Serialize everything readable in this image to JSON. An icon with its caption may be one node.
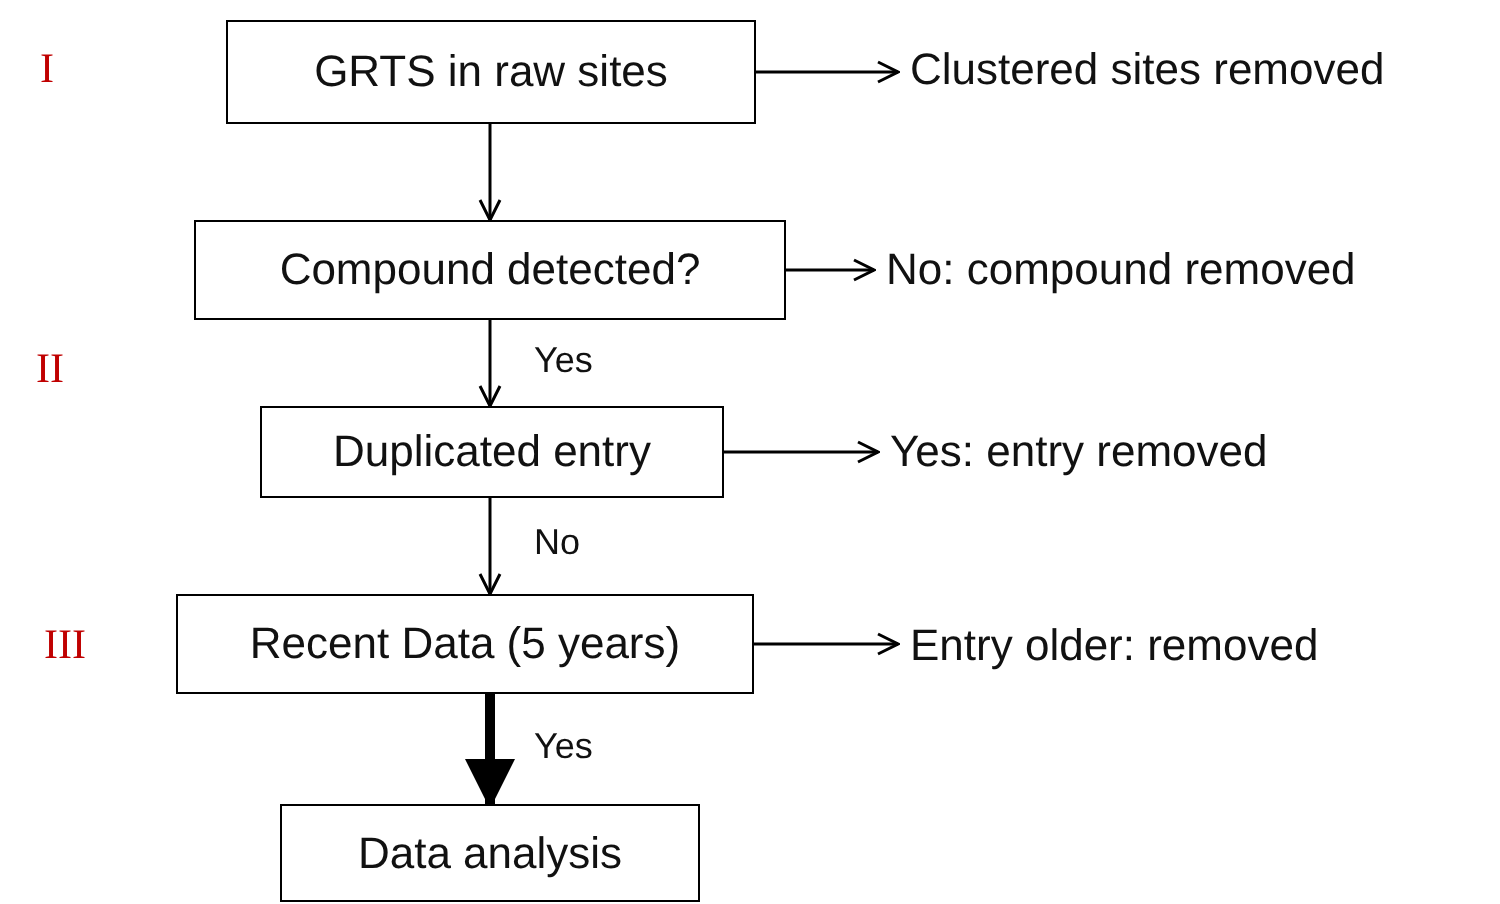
{
  "diagram": {
    "nodes": [
      {
        "text": [
          "GRTS in raw sites"
        ]
      },
      {
        "text": [
          "Compound detected?"
        ]
      },
      {
        "text": [
          "Duplicated entry"
        ]
      },
      {
        "text": [
          "Recent Data (5 years)"
        ]
      },
      {
        "text": [
          "Data analysis"
        ]
      },
      {
        "text": [
          "Clustered sites removed"
        ]
      },
      {
        "text": [
          "No: compound removed"
        ]
      },
      {
        "text": [
          "Yes: entry removed"
        ]
      },
      {
        "text": [
          "Entry older: removed"
        ]
      }
    ],
    "edges": [
      {
        "from": 0,
        "to": 1,
        "arrow": "to"
      },
      {
        "from": 1,
        "to": 2,
        "arrow": "to",
        "label": "Yes"
      },
      {
        "from": 2,
        "to": 3,
        "arrow": "to",
        "label": "No"
      },
      {
        "from": 3,
        "to": 4,
        "arrow": "to",
        "label": "Yes",
        "style": "thick"
      },
      {
        "from": 0,
        "to": 5,
        "arrow": "to"
      },
      {
        "from": 1,
        "to": 6,
        "arrow": "to"
      },
      {
        "from": 2,
        "to": 7,
        "arrow": "to"
      },
      {
        "from": 3,
        "to": 8,
        "arrow": "to"
      }
    ],
    "labels": [
      "I",
      "II",
      "III"
    ]
  }
}
